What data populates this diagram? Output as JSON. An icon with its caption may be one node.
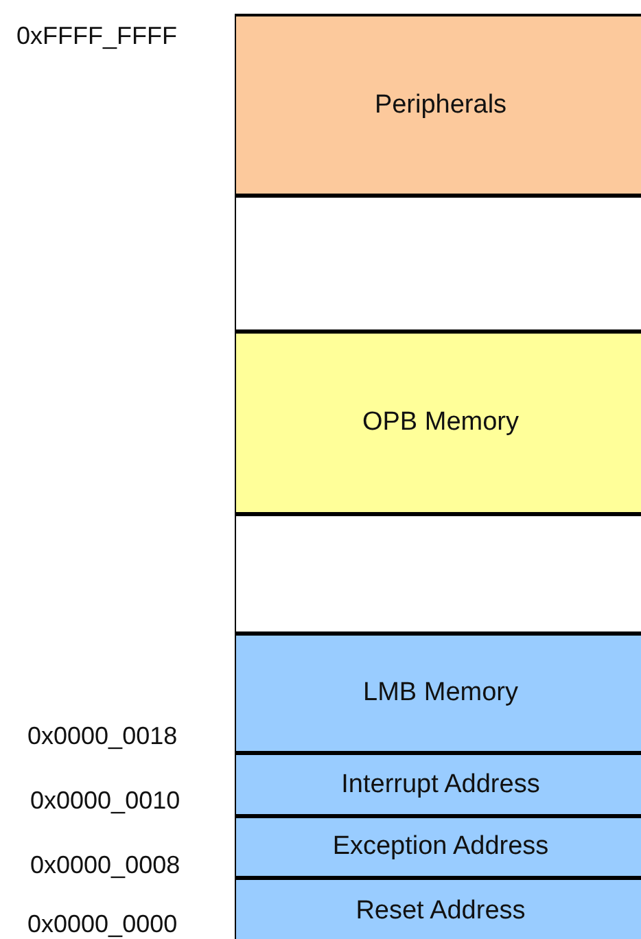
{
  "diagram": {
    "nodes": [
      {
        "text": [
          "Peripherals"
        ]
      },
      {
        "text": [],
        "shape": "box"
      },
      {
        "text": [
          "OPB Memory"
        ]
      },
      {
        "text": [],
        "shape": "box"
      },
      {
        "text": [
          "LMB Memory"
        ]
      },
      {
        "text": [
          "Interrupt Address"
        ]
      },
      {
        "text": [
          "Exception Address"
        ]
      },
      {
        "text": [
          "Reset Address"
        ]
      }
    ],
    "labels": [
      "0xFFFF_FFFF",
      "0x0000_0018",
      "0x0000_0010",
      "0x0000_0008",
      "0x0000_0000"
    ]
  }
}
